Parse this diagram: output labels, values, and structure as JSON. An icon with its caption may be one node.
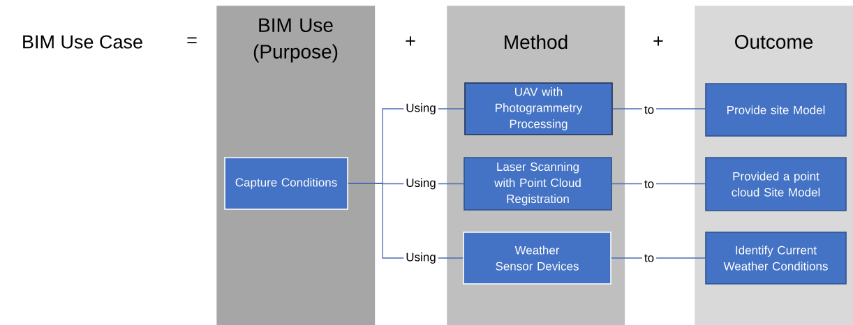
{
  "diagram": {
    "nodes": [
      {
        "text": [
          "BIM Use (Purpose)"
        ]
      },
      {
        "text": [
          "Capture Conditions"
        ],
        "in": 0
      },
      {
        "text": [
          "Method"
        ]
      },
      {
        "text": [
          "UAV with Photogrammetry Processing"
        ],
        "in": 2
      },
      {
        "text": [
          "Laser Scanning with Point Cloud Registration"
        ],
        "in": 2
      },
      {
        "text": [
          "Weather Sensor Devices"
        ],
        "in": 2
      },
      {
        "text": [
          "Outcome"
        ]
      },
      {
        "text": [
          "Provide site Model"
        ],
        "in": 6
      },
      {
        "text": [
          "Provided a point cloud Site Model"
        ],
        "in": 6
      },
      {
        "text": [
          "Identify Current Weather Conditions"
        ],
        "in": 6
      }
    ],
    "edges": [
      {
        "from": 1,
        "to": 3,
        "arrow": "none",
        "label": "Using"
      },
      {
        "from": 1,
        "to": 4,
        "arrow": "none",
        "label": "Using"
      },
      {
        "from": 1,
        "to": 5,
        "arrow": "none",
        "label": "Using"
      },
      {
        "from": 3,
        "to": 7,
        "arrow": "none",
        "label": "to"
      },
      {
        "from": 4,
        "to": 8,
        "arrow": "none",
        "label": "to"
      },
      {
        "from": 5,
        "to": 9,
        "arrow": "none",
        "label": "to"
      }
    ],
    "labels": [
      "BIM Use Case",
      "=",
      "+",
      "+"
    ]
  }
}
